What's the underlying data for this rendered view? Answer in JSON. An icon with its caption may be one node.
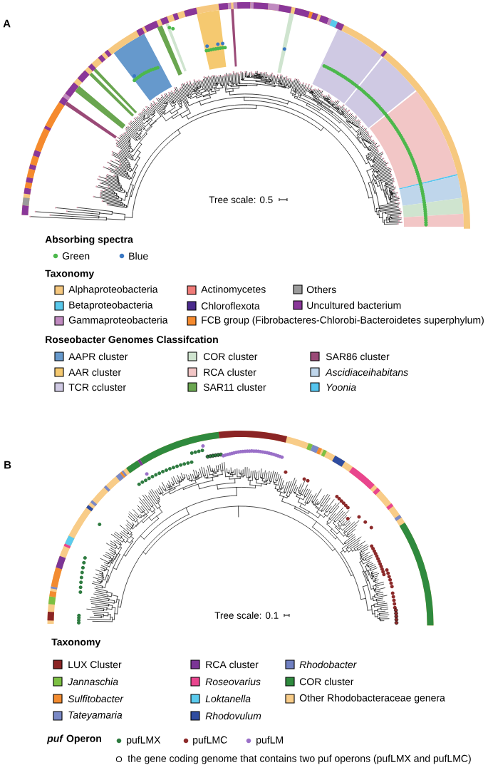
{
  "diagram": {
    "labels": [
      "A",
      "Tree scale: 0.5",
      "Absorbing spectra",
      "Taxonomy",
      "Roseobacter Genomes Classifcation",
      "B",
      "Tree scale: 0.1",
      "Taxonomy",
      "*puf* Operon"
    ],
    "legend": [
      {
        "text": "Green",
        "color": "#4cb84c"
      },
      {
        "text": "Blue",
        "color": "#3b78c3"
      },
      {
        "text": "Alphaproteobacteria",
        "color": "#f6c87f"
      },
      {
        "text": "Actinomycetes",
        "color": "#f07b78"
      },
      {
        "text": "Others",
        "color": "#9b9b9b"
      },
      {
        "text": "Betaproteobacteria",
        "color": "#59c9ec"
      },
      {
        "text": "Chloroflexota",
        "color": "#4a2a8c"
      },
      {
        "text": "Uncultured bacterium",
        "color": "#8a3799"
      },
      {
        "text": "Gammaproteobacteria",
        "color": "#c08ac0"
      },
      {
        "text": "FCB group (Fibrobacteres-Chlorobi-Bacteroidetes superphylum)",
        "color": "#f58a2e"
      },
      {
        "text": "AAPR cluster",
        "color": "#6699cc"
      },
      {
        "text": "COR cluster",
        "color": "#cfe4cf"
      },
      {
        "text": "SAR86 cluster",
        "color": "#9a4a77"
      },
      {
        "text": "AAR cluster",
        "color": "#f5c970"
      },
      {
        "text": "RCA cluster",
        "color": "#f2c6c6"
      },
      {
        "text": "Ascidiaceihabitans",
        "color": "#bfd6eb"
      },
      {
        "text": "TCR ccluster",
        "color": "#cfc9e3"
      },
      {
        "text": "SAR11 cluster",
        "color": "#6aa650"
      },
      {
        "text": "Yoonia",
        "color": "#55c5ee"
      },
      {
        "text": "LUX Cluster",
        "color": "#8b2525"
      },
      {
        "text": "RCA cluster",
        "color": "#7b3596"
      },
      {
        "text": "Rhodobacter",
        "color": "#7080c2"
      },
      {
        "text": "Jannaschia",
        "color": "#7cc043"
      },
      {
        "text": "Roseovarius",
        "color": "#e9458e"
      },
      {
        "text": "COR cluster",
        "color": "#2f8a3e"
      },
      {
        "text": "Sulfitobacter",
        "color": "#f28b30"
      },
      {
        "text": "Loktanella",
        "color": "#5bcbee"
      },
      {
        "text": "Other Rhodobacteraceae genera",
        "color": "#f8cc88"
      },
      {
        "text": "Tateyamaria",
        "color": "#7a89c6"
      },
      {
        "text": "Rhodovulum",
        "color": "#2f4ca0"
      },
      {
        "text": "pufLMX",
        "color": "#2e7b40"
      },
      {
        "text": "pufLMC",
        "color": "#8c2a2a"
      },
      {
        "text": "pufLM",
        "color": "#9a70c8"
      },
      {
        "text": "the gene coding genome that contains two puf operons (pufLMX and pufLMC)"
      }
    ]
  }
}
